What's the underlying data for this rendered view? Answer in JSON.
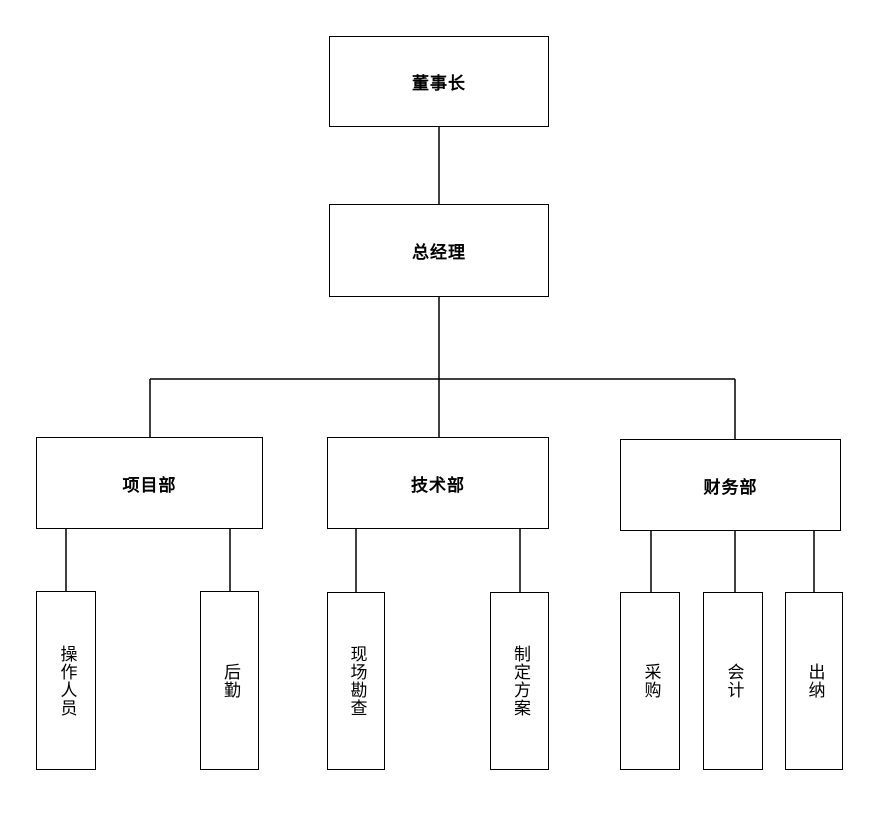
{
  "org_chart": {
    "chairman": {
      "label": "董事长"
    },
    "general_manager": {
      "label": "总经理"
    },
    "departments": [
      {
        "label": "项目部",
        "roles": [
          "操作人员",
          "后勤"
        ]
      },
      {
        "label": "技术部",
        "roles": [
          "现场勘查",
          "制定方案"
        ]
      },
      {
        "label": "财务部",
        "roles": [
          "采购",
          "会计",
          "出纳"
        ]
      }
    ]
  }
}
